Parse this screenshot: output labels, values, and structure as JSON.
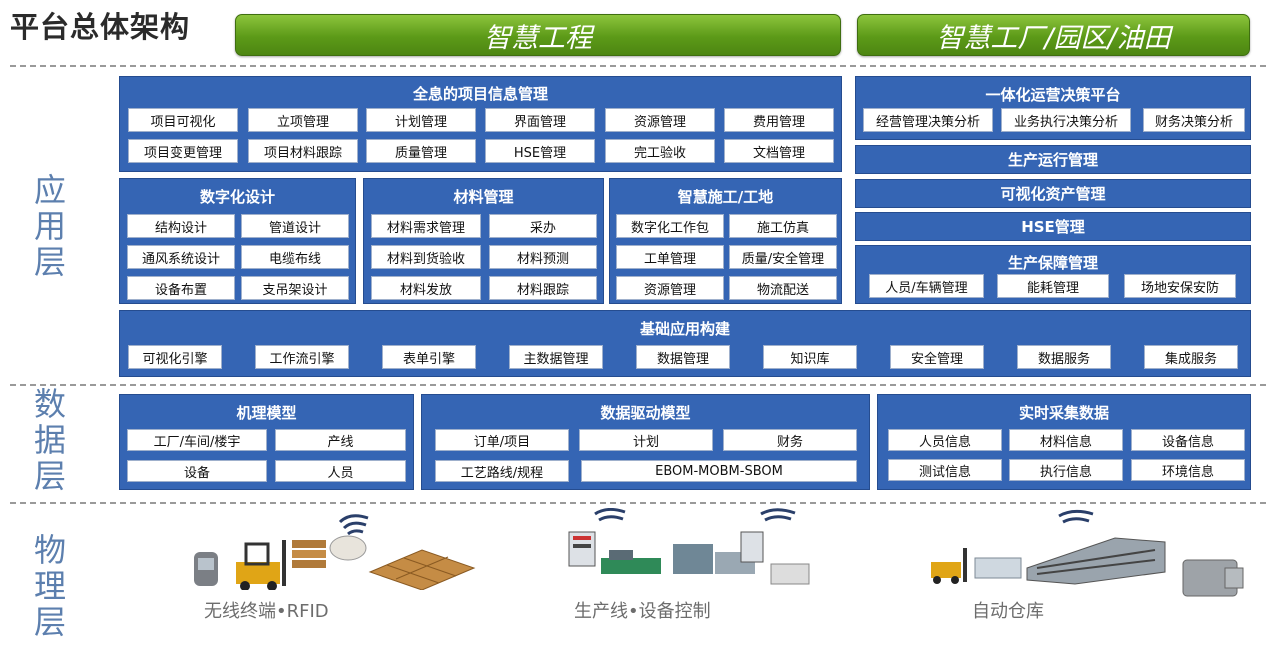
{
  "page_title": "平台总体架构",
  "banners": [
    "智慧工程",
    "智慧工厂/园区/油田"
  ],
  "layers": {
    "application": "应用层",
    "data": "数据层",
    "physical": "物理层"
  },
  "project_info": {
    "title": "全息的项目信息管理",
    "row1": [
      "项目可视化",
      "立项管理",
      "计划管理",
      "界面管理",
      "资源管理",
      "费用管理"
    ],
    "row2": [
      "项目变更管理",
      "项目材料跟踪",
      "质量管理",
      "HSE管理",
      "完工验收",
      "文档管理"
    ]
  },
  "digital_design": {
    "title": "数字化设计",
    "items": [
      "结构设计",
      "管道设计",
      "通风系统设计",
      "电缆布线",
      "设备布置",
      "支吊架设计"
    ]
  },
  "materials": {
    "title": "材料管理",
    "items": [
      "材料需求管理",
      "采办",
      "材料到货验收",
      "材料预测",
      "材料发放",
      "材料跟踪"
    ]
  },
  "construction": {
    "title": "智慧施工/工地",
    "items": [
      "数字化工作包",
      "施工仿真",
      "工单管理",
      "质量/安全管理",
      "资源管理",
      "物流配送"
    ]
  },
  "ops_platform": {
    "title": "一体化运营决策平台",
    "items": [
      "经营管理决策分析",
      "业务执行决策分析",
      "财务决策分析"
    ]
  },
  "prod_run": "生产运行管理",
  "visual_asset": "可视化资产管理",
  "hse": "HSE管理",
  "prod_support": {
    "title": "生产保障管理",
    "items": [
      "人员/车辆管理",
      "能耗管理",
      "场地安保安防"
    ]
  },
  "base_app": {
    "title": "基础应用构建",
    "items": [
      "可视化引擎",
      "工作流引擎",
      "表单引擎",
      "主数据管理",
      "数据管理",
      "知识库",
      "安全管理",
      "数据服务",
      "集成服务"
    ]
  },
  "mech_model": {
    "title": "机理模型",
    "items": [
      "工厂/车间/楼宇",
      "产线",
      "设备",
      "人员"
    ]
  },
  "data_model": {
    "title": "数据驱动模型",
    "row1": [
      "订单/项目",
      "计划",
      "财务"
    ],
    "row2": [
      "工艺路线/规程",
      "EBOM-MOBM-SBOM"
    ]
  },
  "realtime": {
    "title": "实时采集数据",
    "items": [
      "人员信息",
      "材料信息",
      "设备信息",
      "测试信息",
      "执行信息",
      "环境信息"
    ]
  },
  "physical": [
    "无线终端•RFID",
    "生产线•设备控制",
    "自动仓库"
  ]
}
